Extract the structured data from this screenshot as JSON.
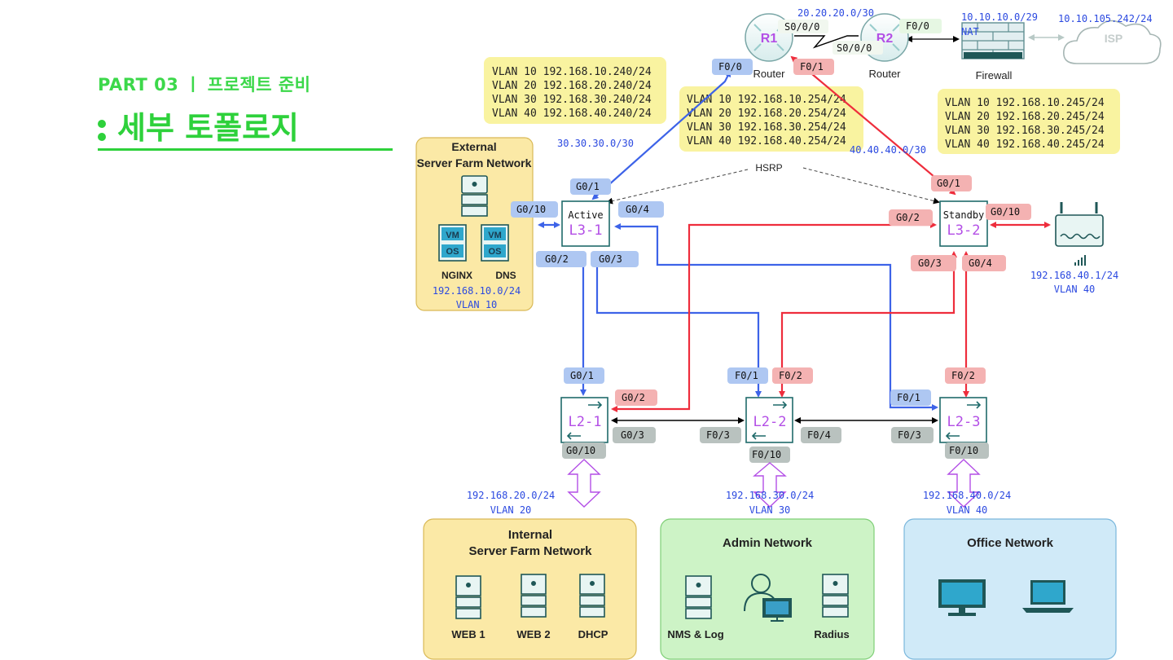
{
  "header": {
    "part": "PART 03  ㅣ  프로젝트 준비",
    "title": "세부 토폴로지"
  },
  "zones": {
    "external": {
      "title1": "External",
      "title2": "Server Farm Network",
      "vm": "VM",
      "os": "OS",
      "server1": "NGINX",
      "server2": "DNS",
      "subnet": "192.168.10.0/24",
      "vlan": "VLAN 10"
    },
    "internal": {
      "title1": "Internal",
      "title2": "Server Farm Network",
      "server1": "WEB 1",
      "server2": "WEB 2",
      "server3": "DHCP"
    },
    "admin": {
      "title": "Admin Network",
      "server1": "NMS & Log",
      "server2": "Radius"
    },
    "office": {
      "title": "Office Network"
    }
  },
  "routers": {
    "r1": {
      "name": "R1",
      "caption": "Router",
      "s0": "S0/0/0",
      "f00": "F0/0",
      "f01": "F0/1"
    },
    "r2": {
      "name": "R2",
      "caption": "Router",
      "s0": "S0/0/0",
      "f00": "F0/0"
    },
    "serial_link": "20.20.20.0/30",
    "firewall": {
      "caption": "Firewall",
      "subnet": "10.10.10.0/29",
      "nat": "NAT"
    },
    "isp": {
      "name": "ISP",
      "subnet": "10.10.105.242/24"
    }
  },
  "links": {
    "r1_l31": "30.30.30.0/30",
    "r1_l32": "40.40.40.0/30",
    "hsrp": "HSRP"
  },
  "vlan_boxes": {
    "l31": [
      "VLAN 10 192.168.10.240/24",
      "VLAN 20 192.168.20.240/24",
      "VLAN 30 192.168.30.240/24",
      "VLAN 40 192.168.40.240/24"
    ],
    "virtual": [
      "VLAN 10 192.168.10.254/24",
      "VLAN 20 192.168.20.254/24",
      "VLAN 30 192.168.30.254/24",
      "VLAN 40 192.168.40.254/24"
    ],
    "l32": [
      "VLAN 10 192.168.10.245/24",
      "VLAN 20 192.168.20.245/24",
      "VLAN 30 192.168.30.245/24",
      "VLAN 40 192.168.40.245/24"
    ]
  },
  "switches": {
    "l31": {
      "name": "L3-1",
      "role": "Active",
      "g01": "G0/1",
      "g010": "G0/10",
      "g04": "G0/4",
      "g02": "G0/2",
      "g03": "G0/3"
    },
    "l32": {
      "name": "L3-2",
      "role": "Standby",
      "g01": "G0/1",
      "g02": "G0/2",
      "g010": "G0/10",
      "g03": "G0/3",
      "g04": "G0/4"
    },
    "l21": {
      "name": "L2-1",
      "g01": "G0/1",
      "g02": "G0/2",
      "g03": "G0/3",
      "g010": "G0/10"
    },
    "l22": {
      "name": "L2-2",
      "f01": "F0/1",
      "f02": "F0/2",
      "f03": "F0/3",
      "f04": "F0/4",
      "f010": "F0/10"
    },
    "l23": {
      "name": "L2-3",
      "f01": "F0/1",
      "f02": "F0/2",
      "f03": "F0/3",
      "f010": "F0/10"
    }
  },
  "ap": {
    "subnet": "192.168.40.1/24",
    "vlan": "VLAN 40"
  },
  "subnets": {
    "l21": {
      "subnet": "192.168.20.0/24",
      "vlan": "VLAN 20"
    },
    "l22": {
      "subnet": "192.168.30.0/24",
      "vlan": "VLAN 30"
    },
    "l23": {
      "subnet": "192.168.40.0/24",
      "vlan": "VLAN 40"
    }
  },
  "colors": {
    "green": "#2ed13b",
    "blue_link": "#3d63e8",
    "red_link": "#ee2d3c",
    "blue_tag": "#aec7f2",
    "red_tag": "#f4b2b2",
    "gray_tag": "#b9c2bf",
    "purple": "#b34fe6",
    "label_blue": "#2b49e0"
  }
}
